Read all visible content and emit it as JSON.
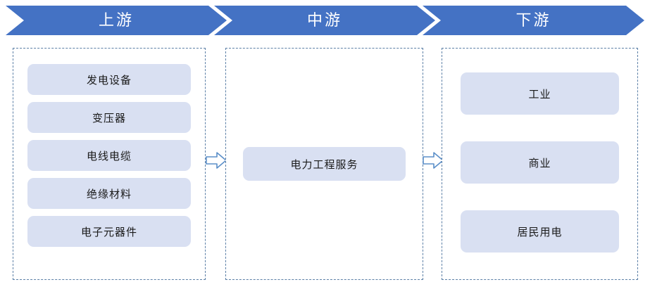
{
  "diagram": {
    "colors": {
      "banner_blue": "#4472C4",
      "box_fill": "#D9E0F2",
      "panel_border": "#5B7FA6",
      "arrow_stroke": "#5B8FC9",
      "banner_text": "#FFFFFF",
      "box_text": "#1A1A1A"
    },
    "stages": [
      {
        "key": "upstream",
        "banner_label": "上游",
        "items": [
          {
            "label": "发电设备"
          },
          {
            "label": "变压器"
          },
          {
            "label": "电线电缆"
          },
          {
            "label": "绝缘材料"
          },
          {
            "label": "电子元器件"
          }
        ]
      },
      {
        "key": "midstream",
        "banner_label": "中游",
        "items": [
          {
            "label": "电力工程服务"
          }
        ]
      },
      {
        "key": "downstream",
        "banner_label": "下游",
        "items": [
          {
            "label": "工业"
          },
          {
            "label": "商业"
          },
          {
            "label": "居民用电"
          }
        ]
      }
    ],
    "connectors": [
      {
        "name": "upstream-to-midstream-arrow",
        "direction": "right"
      },
      {
        "name": "midstream-to-downstream-arrow",
        "direction": "right"
      }
    ]
  }
}
